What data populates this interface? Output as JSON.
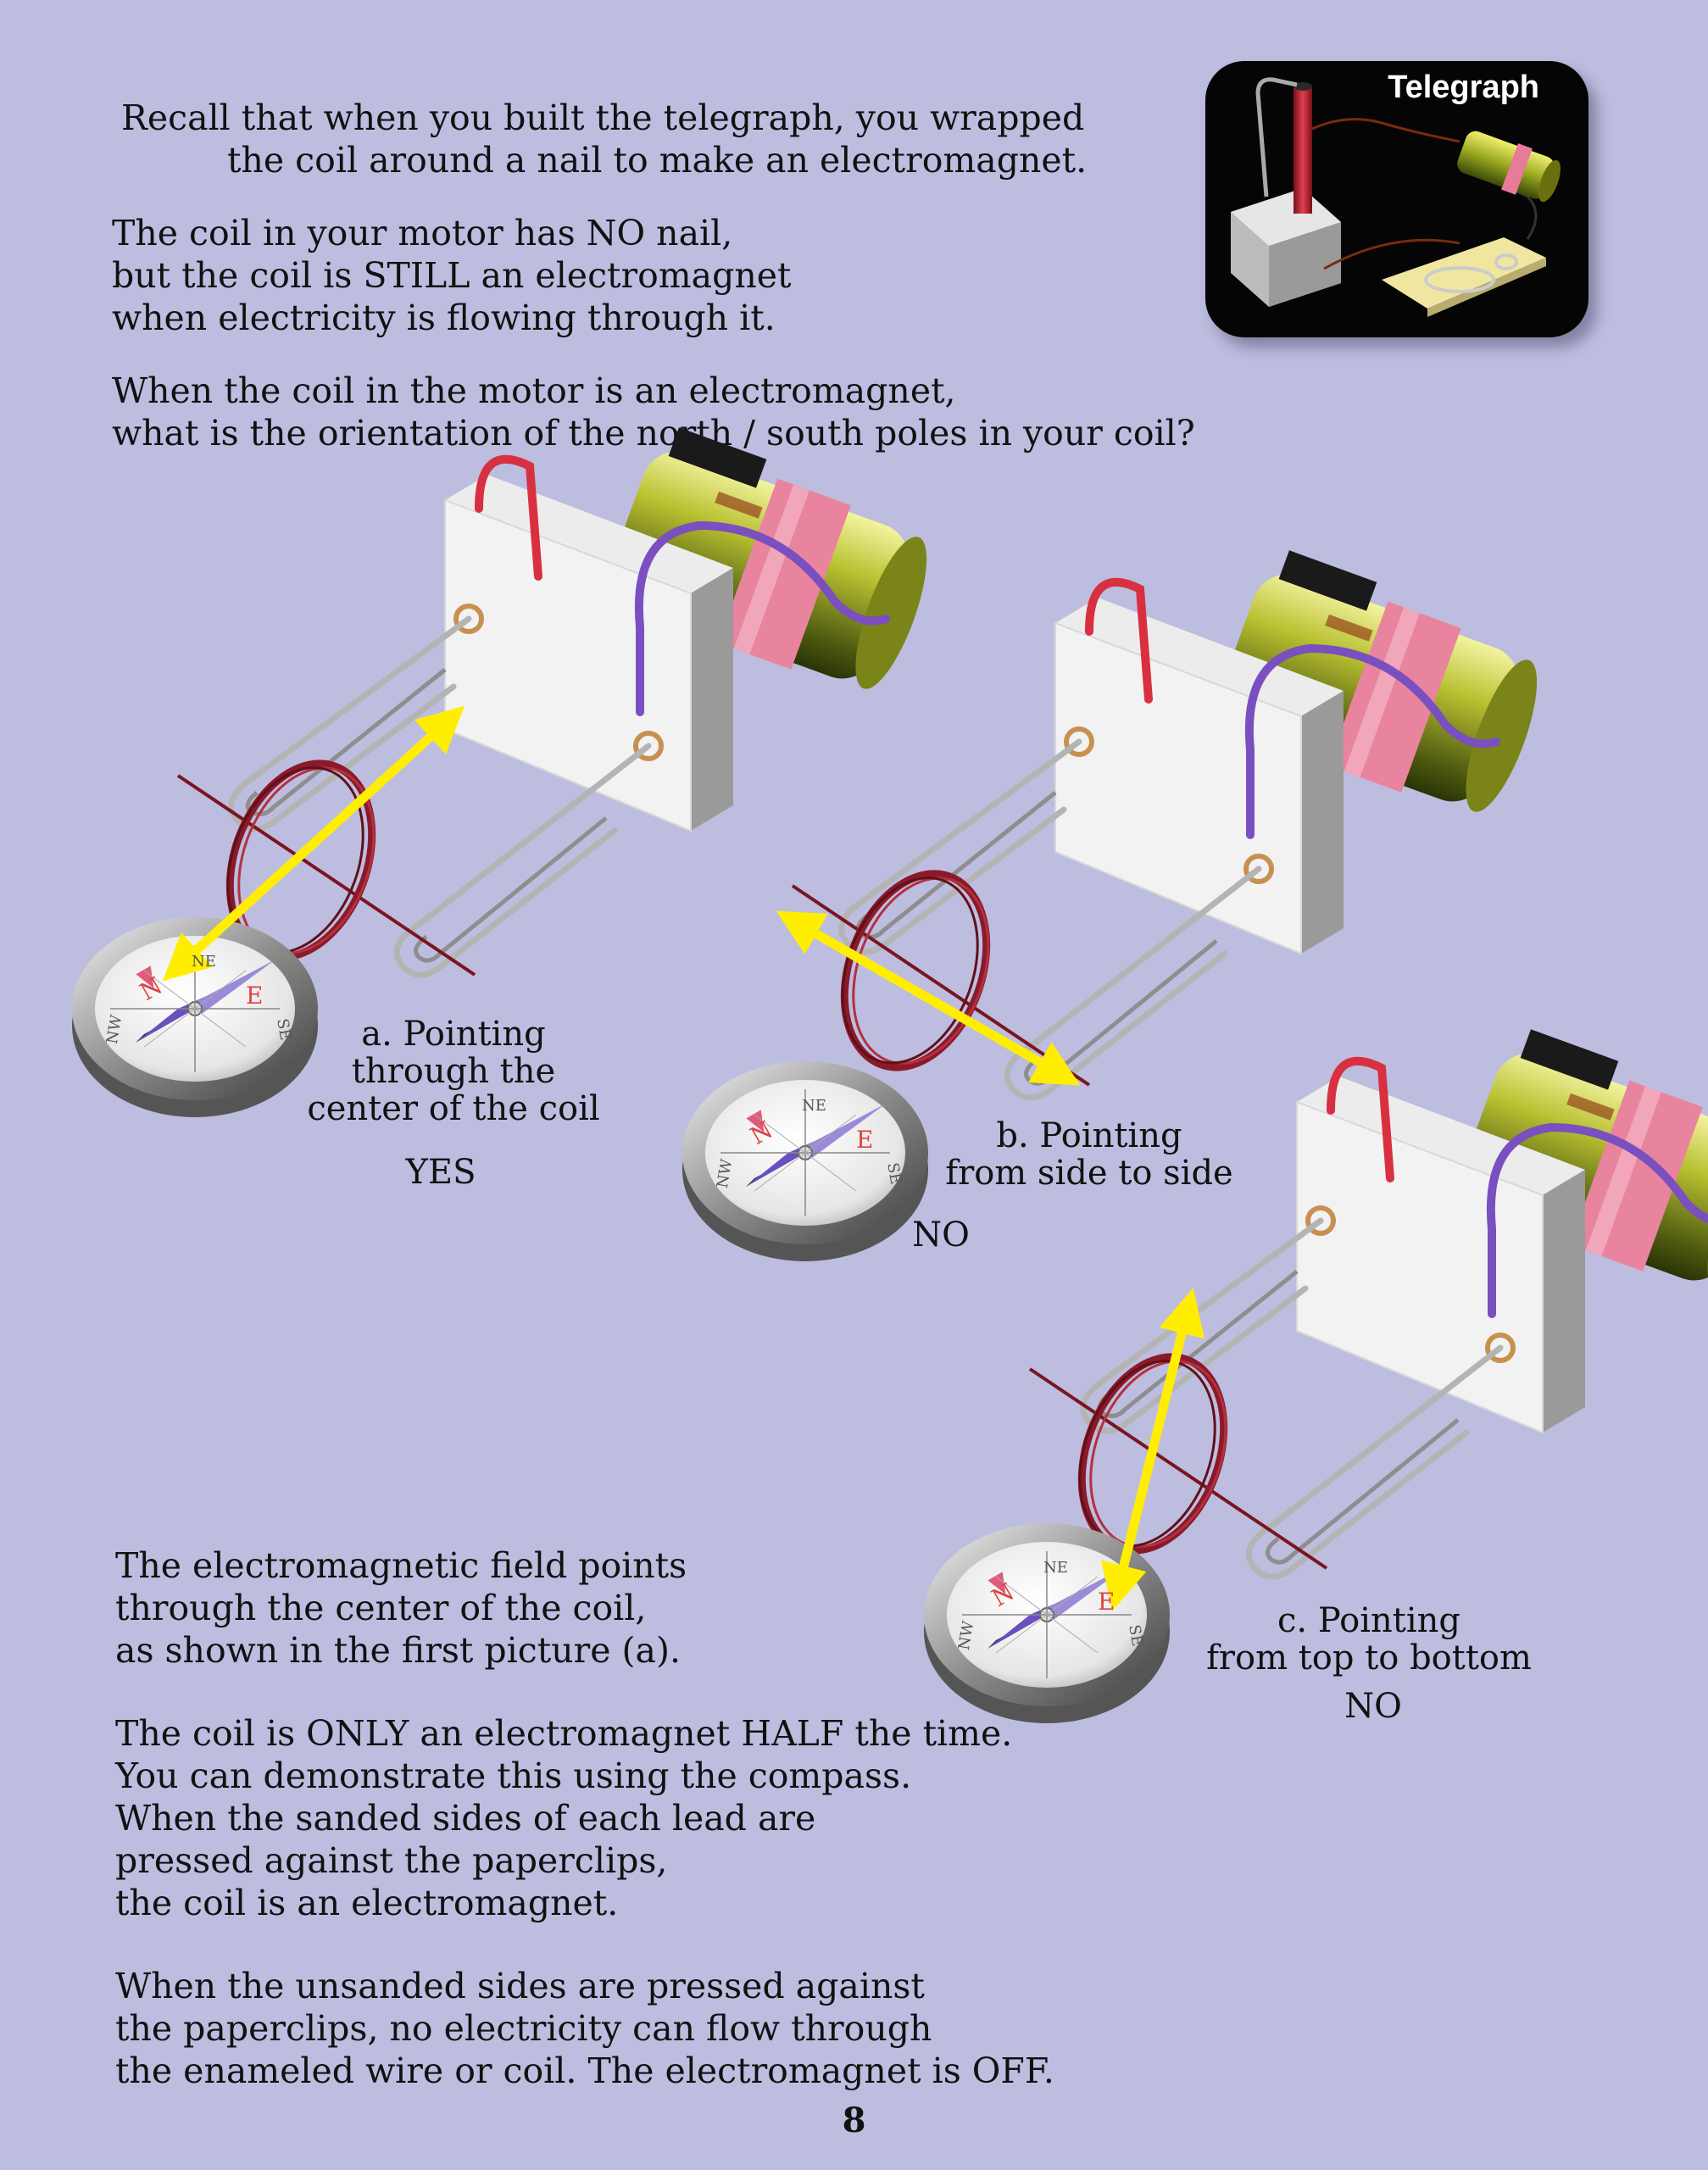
{
  "intro": {
    "line1": "Recall that when you built the telegraph, you wrapped",
    "line2": "the coil around a nail to make an electromagnet."
  },
  "telegraph_label": "Telegraph",
  "para2": [
    "The coil in your motor has NO nail,",
    "but the coil is STILL an electromagnet",
    "when electricity is flowing through it."
  ],
  "question": [
    "When the coil in the motor is an electromagnet,",
    "what is the orientation of the north / south poles in your coil?"
  ],
  "compass_letters": {
    "n": "N",
    "ne": "NE",
    "se": "SE",
    "nw": "NW",
    "e": "E"
  },
  "figures": [
    {
      "caption": "a. Pointing\nthrough the\ncenter of the coil",
      "verdict": "YES"
    },
    {
      "caption": "b. Pointing\nfrom side to side",
      "verdict": "NO"
    },
    {
      "caption": "c. Pointing\nfrom top to bottom",
      "verdict": "NO"
    }
  ],
  "explanation": [
    "The electromagnetic field points",
    "through the center of the coil,",
    "as shown in the first picture (a)."
  ],
  "half_time": [
    "The coil is ONLY an electromagnet HALF the time.",
    "You can demonstrate this using the compass.",
    "When the sanded sides of each lead are",
    "pressed against the paperclips,",
    "the coil is an electromagnet."
  ],
  "unsanded": [
    "When the unsanded sides are pressed against",
    "the paperclips, no electricity can flow through",
    "the enameled wire or coil. The electromagnet is OFF."
  ],
  "page_number": "8",
  "colors": {
    "background": "#bdbde0",
    "arrow": "#ffee00",
    "coil": "#8a1a2a",
    "battery": "#9aa820",
    "rubber_band": "#e87a9a",
    "wire_red": "#d83040",
    "wire_purple": "#7a4fc0"
  }
}
